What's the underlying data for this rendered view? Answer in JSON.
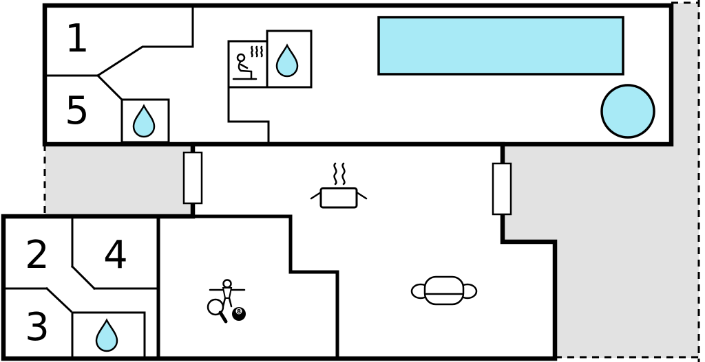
{
  "colors": {
    "water": "#a8eaf6",
    "game_room": "#c8f0c2",
    "terrace": "#e2e2e2",
    "wall": "#000000"
  },
  "labels": {
    "room_1": "1",
    "room_5": "5",
    "room_2": "2",
    "room_4": "4",
    "room_3": "3",
    "eight_ball": "8"
  },
  "icons": {
    "water_drop": "water-drop-icon",
    "sauna": "sauna-icon",
    "stove": "stove-steam-icon",
    "sofa": "sofa-icon",
    "table_tennis_paddle": "table-tennis-paddle-icon",
    "eight_ball": "eight-ball-icon",
    "foosball_player": "foosball-player-icon",
    "pool": "swimming-pool",
    "hot_tub": "hot-tub"
  }
}
